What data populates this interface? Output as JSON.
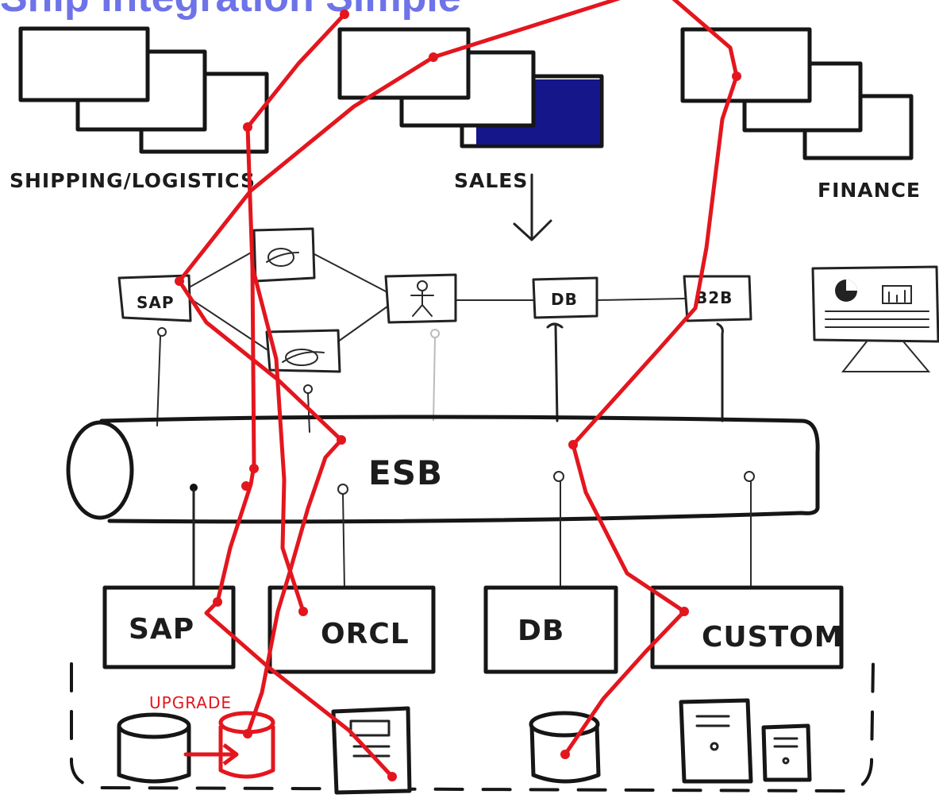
{
  "header_text": "Ship Integration Simple",
  "colors": {
    "ink": "#161616",
    "highlight": "#e3161e",
    "header": "#6e73e8",
    "sales_fill": "#14168a"
  },
  "departments": {
    "shipping": "SHIPPING/LOGISTICS",
    "sales": "SALES",
    "finance": "FINANCE"
  },
  "services": {
    "sap": "SAP",
    "db": "DB",
    "b2b": "B2B"
  },
  "bus": {
    "label": "ESB"
  },
  "backends": {
    "sap": "SAP",
    "orcl": "ORCL",
    "db": "DB",
    "custom": "CUSTOM"
  },
  "annotations": {
    "upgrade": "UPGRADE"
  },
  "icons": [
    "cloud-icon",
    "cloud-icon",
    "stick-figure-icon",
    "dashboard-monitor-icon",
    "database-cylinder-icon",
    "server-tower-icon",
    "arrow-down-icon"
  ]
}
